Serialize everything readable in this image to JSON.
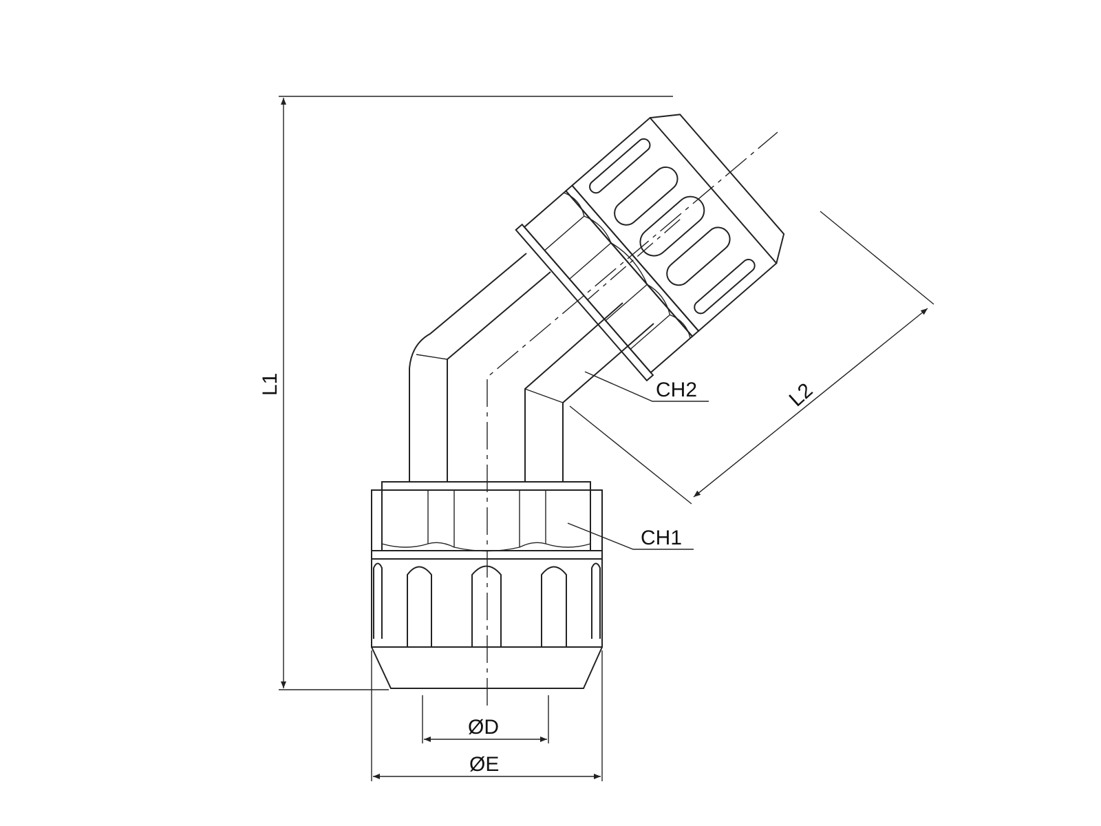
{
  "labels": {
    "l1": "L1",
    "l2": "L2",
    "ch1": "CH1",
    "ch2": "CH2",
    "od": "ØD",
    "oe": "ØE"
  }
}
